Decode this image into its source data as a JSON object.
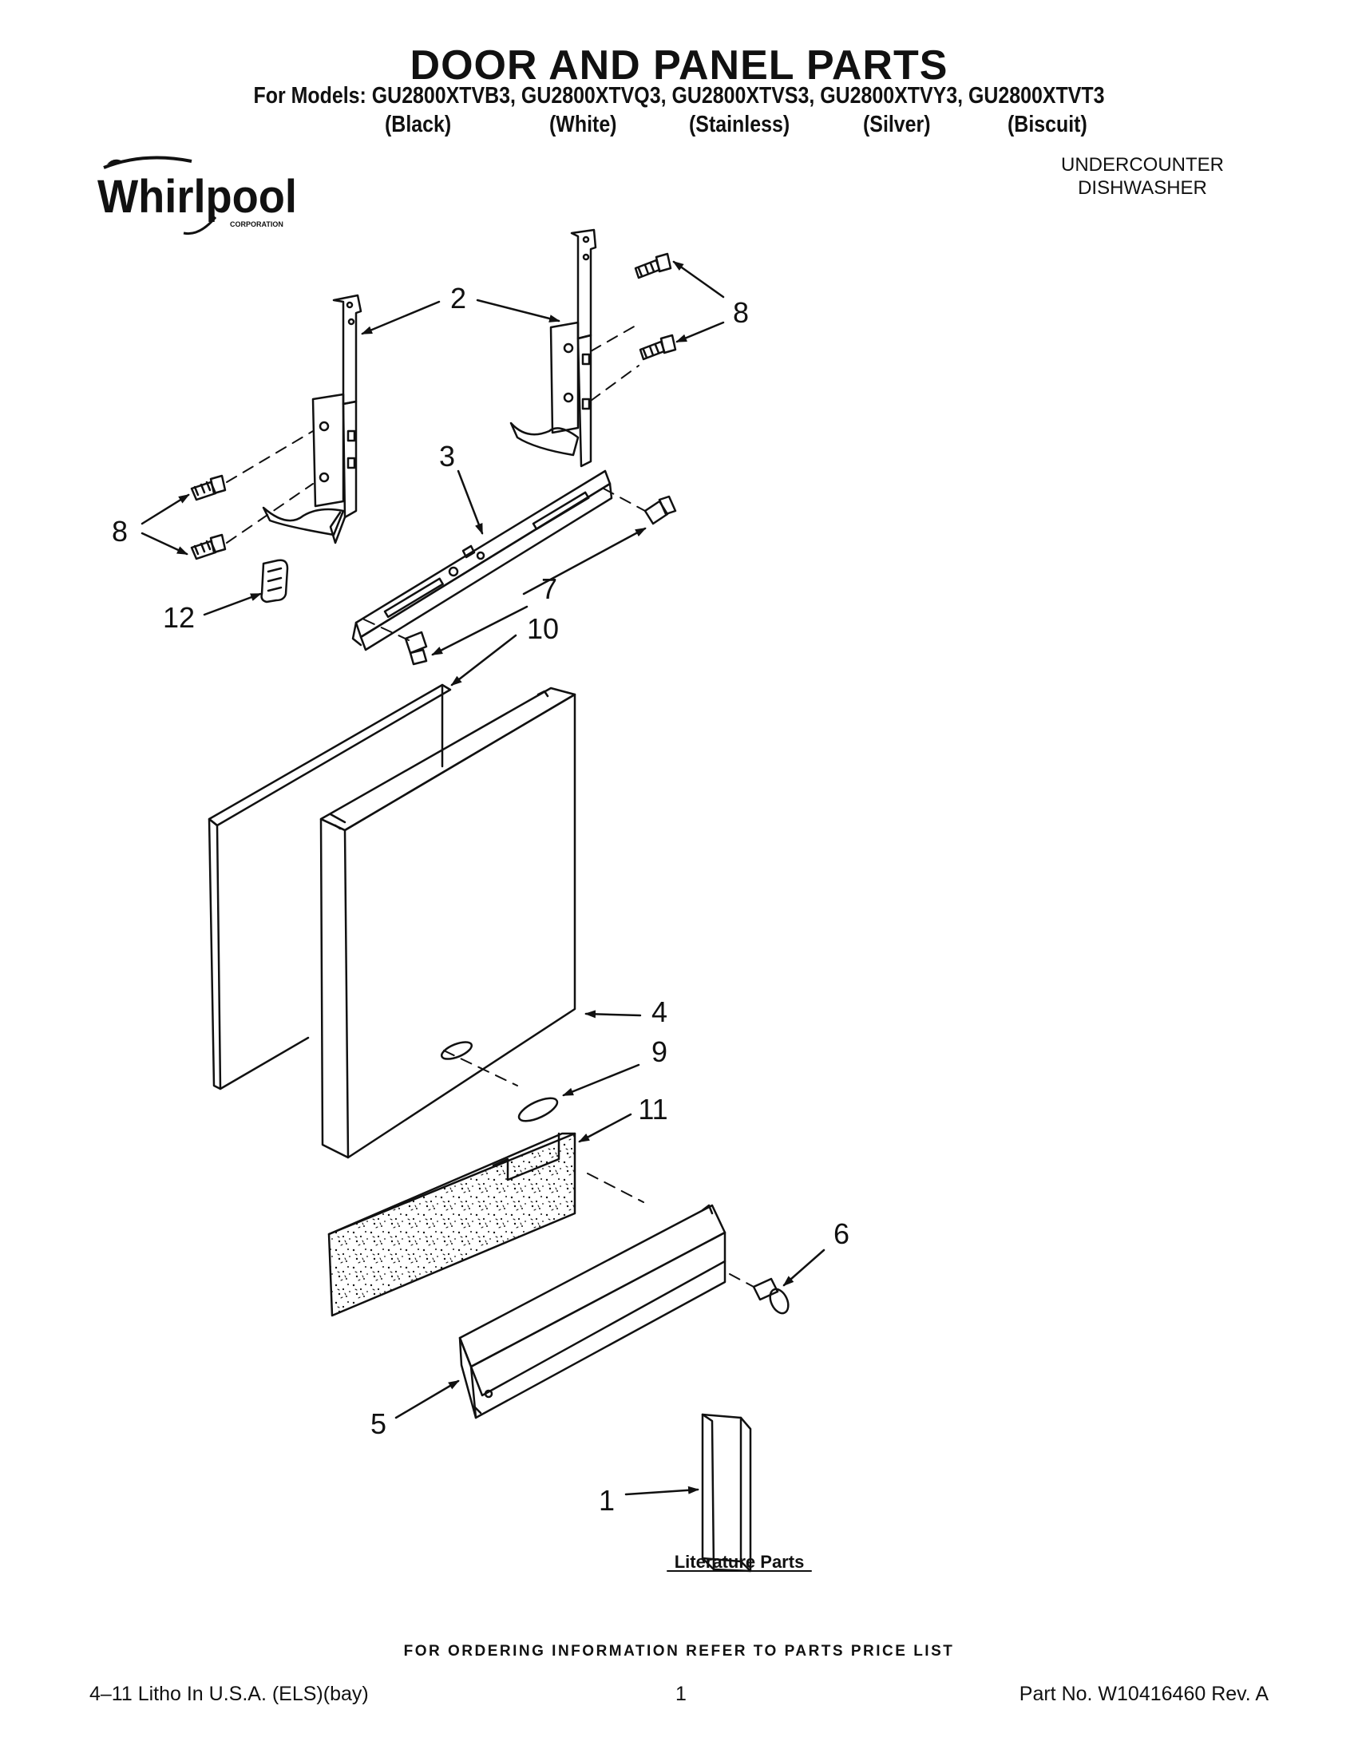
{
  "header": {
    "title": "DOOR AND PANEL PARTS",
    "models_line": "For Models: GU2800XTVB3, GU2800XTVQ3, GU2800XTVS3, GU2800XTVY3, GU2800XTVT3",
    "variants": [
      "(Black)",
      "(White)",
      "(Stainless)",
      "(Silver)",
      "(Biscuit)"
    ]
  },
  "brand": {
    "name": "Whirlpool",
    "sub": "CORPORATION"
  },
  "category": {
    "line1": "UNDERCOUNTER",
    "line2": "DISHWASHER"
  },
  "callouts": {
    "c1": "1",
    "c2": "2",
    "c3": "3",
    "c4": "4",
    "c5": "5",
    "c6": "6",
    "c7": "7",
    "c8a": "8",
    "c8b": "8",
    "c9": "9",
    "c10": "10",
    "c11": "11",
    "c12": "12"
  },
  "literature_label": "Literature Parts",
  "footer": {
    "ordering": "FOR ORDERING INFORMATION REFER TO PARTS PRICE LIST",
    "litho": "4–11 Litho In U.S.A. (ELS)(bay)",
    "page": "1",
    "part_no": "Part No. W10416460 Rev. A"
  }
}
